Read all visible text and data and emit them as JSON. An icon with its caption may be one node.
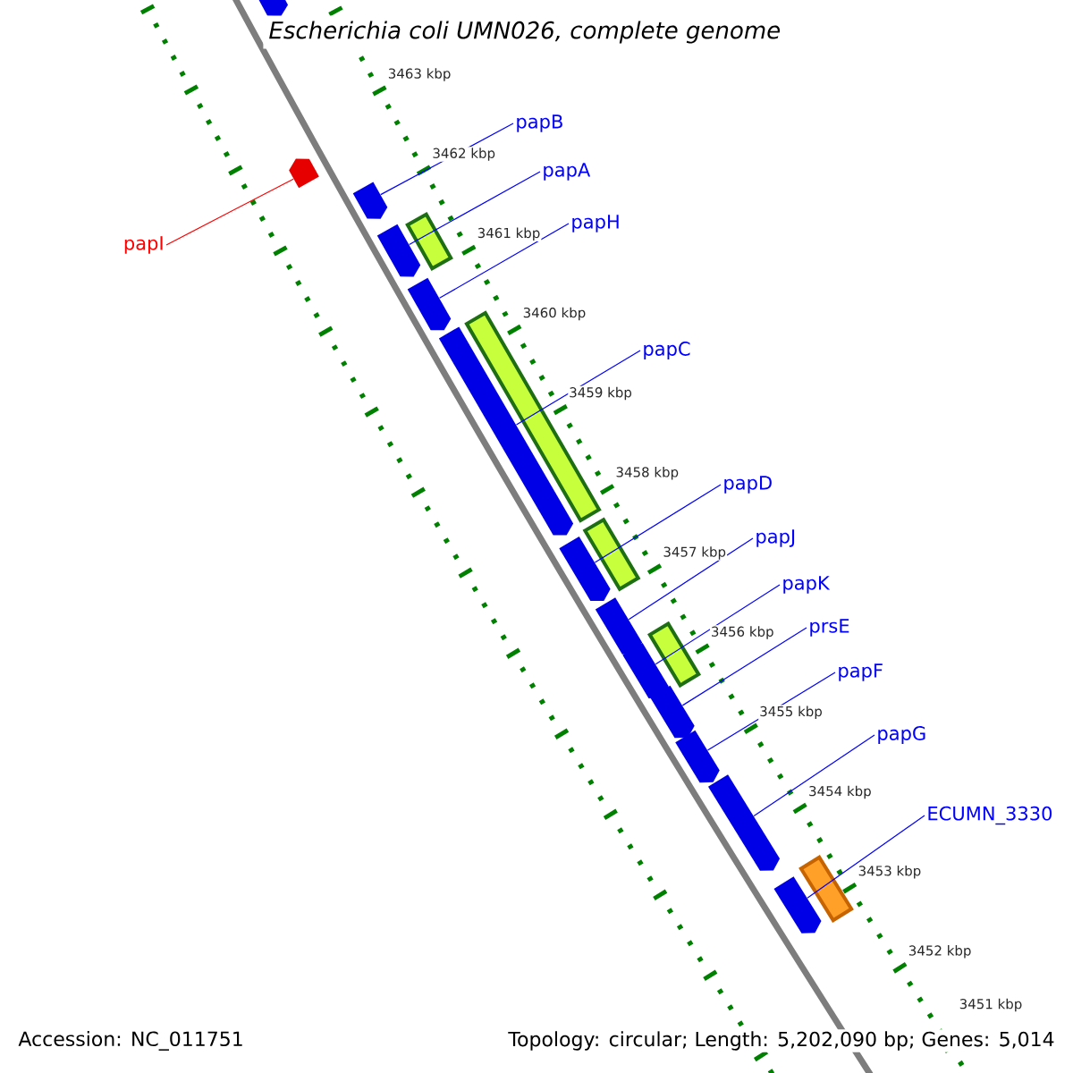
{
  "diagram": {
    "title": "Escherichia coli UMN026, complete genome",
    "nodes": [
      {
        "text": [],
        "shape": "bar"
      },
      {
        "text": [],
        "shape": "bar"
      },
      {
        "text": [],
        "shape": "bar"
      },
      {
        "text": [],
        "shape": "box"
      },
      {
        "text": [],
        "shape": "bar"
      },
      {
        "text": [],
        "shape": "bar"
      },
      {
        "text": [],
        "shape": "box"
      },
      {
        "text": [],
        "shape": "bar"
      },
      {
        "text": [],
        "shape": "box"
      },
      {
        "text": [],
        "shape": "bar"
      },
      {
        "text": [],
        "shape": "bar"
      },
      {
        "text": [],
        "shape": "box"
      },
      {
        "text": [],
        "shape": "bar"
      },
      {
        "text": [],
        "shape": "bar"
      },
      {
        "text": [],
        "shape": "bar"
      },
      {
        "text": [],
        "shape": "bar"
      },
      {
        "text": [],
        "shape": "box"
      },
      {
        "text": [],
        "shape": "bar"
      },
      {
        "text": [
          "papI"
        ]
      },
      {
        "text": [
          "papB"
        ]
      },
      {
        "text": [
          "papA"
        ]
      },
      {
        "text": [
          "papH"
        ]
      },
      {
        "text": [
          "papC"
        ]
      },
      {
        "text": [
          "papD"
        ]
      },
      {
        "text": [
          "papJ"
        ]
      },
      {
        "text": [
          "papK"
        ]
      },
      {
        "text": [
          "prsE"
        ]
      },
      {
        "text": [
          "papF"
        ]
      },
      {
        "text": [
          "papG"
        ]
      },
      {
        "text": [
          "ECUMN_3330"
        ]
      }
    ],
    "edges": [
      {
        "from": 18,
        "to": 1,
        "arrow": "none",
        "color": "#ff0000"
      },
      {
        "from": 19,
        "to": 2,
        "arrow": "none"
      },
      {
        "from": 20,
        "to": 4,
        "arrow": "none"
      },
      {
        "from": 21,
        "to": 5,
        "arrow": "none"
      },
      {
        "from": 22,
        "to": 7,
        "arrow": "none"
      },
      {
        "from": 23,
        "to": 9,
        "arrow": "none"
      },
      {
        "from": 24,
        "to": 10,
        "arrow": "none"
      },
      {
        "from": 25,
        "to": 12,
        "arrow": "none"
      },
      {
        "from": 26,
        "to": 13,
        "arrow": "none"
      },
      {
        "from": 27,
        "to": 14,
        "arrow": "none"
      },
      {
        "from": 28,
        "to": 15,
        "arrow": "none"
      },
      {
        "from": 29,
        "to": 17,
        "arrow": "none"
      }
    ],
    "labels": [
      "3463 kbp",
      "3462 kbp",
      "3461 kbp",
      "3460 kbp",
      "3459 kbp",
      "3458 kbp",
      "3457 kbp",
      "3456 kbp",
      "3455 kbp",
      "3454 kbp",
      "3453 kbp",
      "3452 kbp",
      "3451 kbp",
      "Accession: NC_011751",
      "Topology: circular; Length: 5,202,090 bp; Genes: 5,014"
    ]
  }
}
